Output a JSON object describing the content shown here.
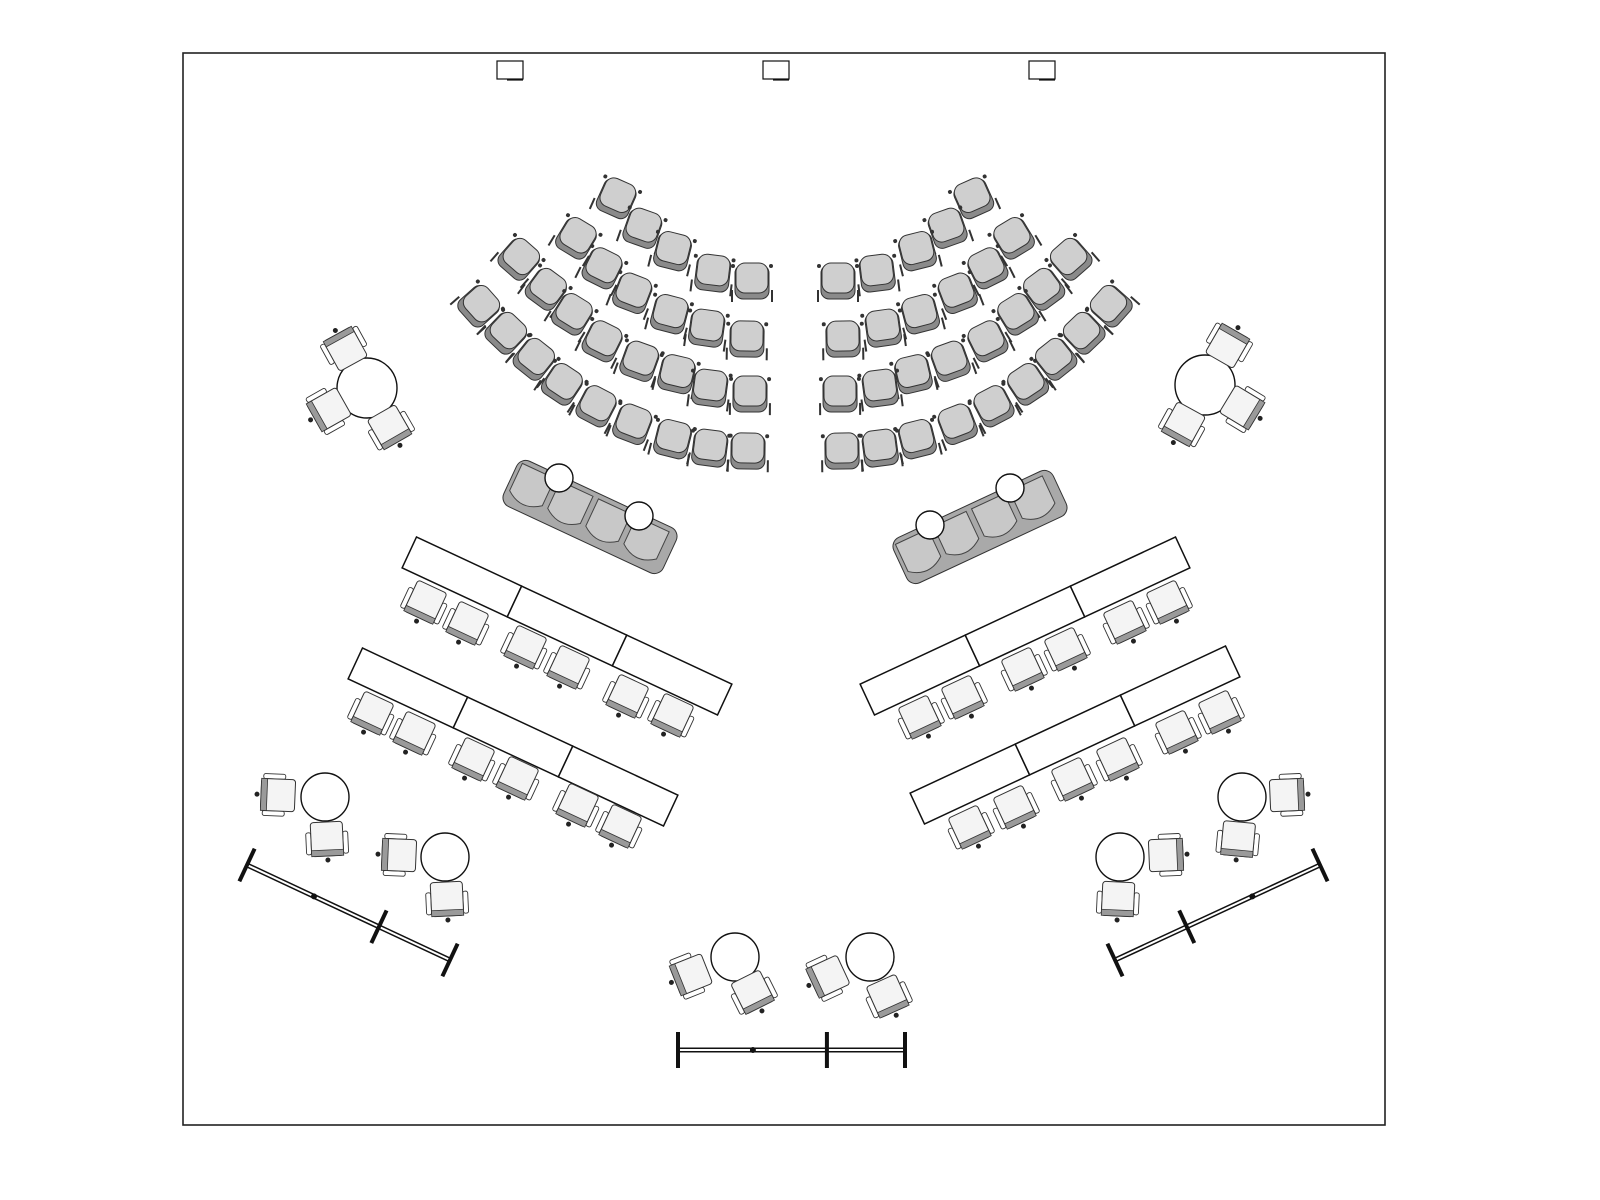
{
  "plan": {
    "colors": {
      "wall": "#222222",
      "auditorium_seat": "#cfcfcf",
      "auditorium_back": "#8a8a8a",
      "sofa": "#c8c8c8",
      "office_chair": "#f4f4f4",
      "office_chair_back": "#9a9a9a",
      "table": "#ffffff",
      "line": "#111111"
    },
    "counts": {
      "wall_displays": 3,
      "auditorium_chairs_per_side": 28,
      "lounge_sofas": 2,
      "desk_rows": 4,
      "desk_chairs": 24,
      "round_tables": 8,
      "partitions": 3
    }
  }
}
